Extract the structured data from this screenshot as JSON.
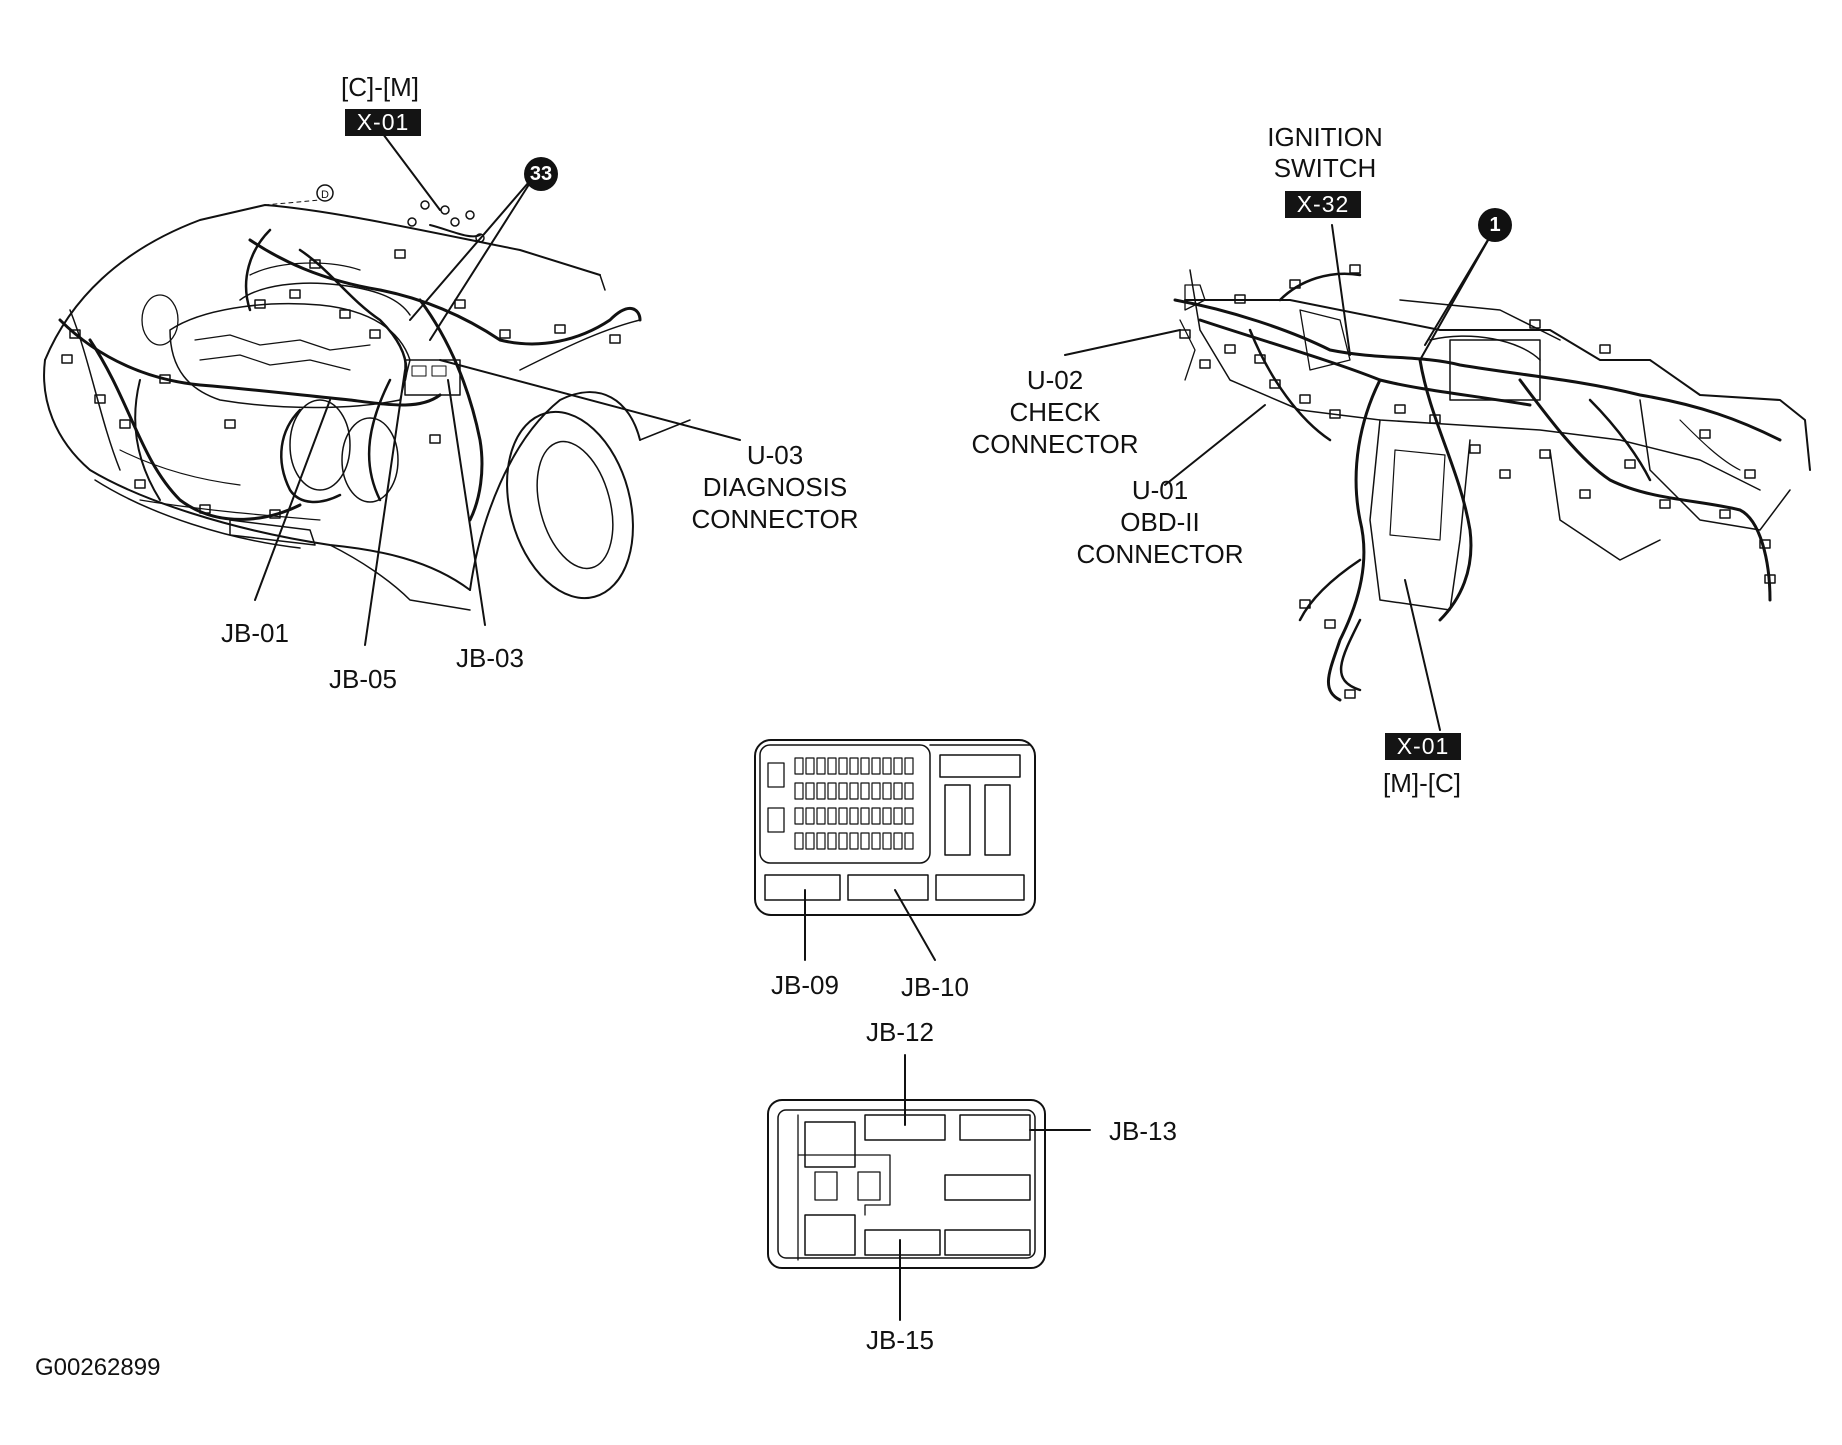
{
  "engine_bay": {
    "harness_ref": "[C]-[M]",
    "harness_tag": "X-01",
    "callout_number": "33",
    "diagnosis_connector": {
      "line1": "U-03",
      "line2": "DIAGNOSIS",
      "line3": "CONNECTOR"
    },
    "jb01": "JB-01",
    "jb05": "JB-05",
    "jb03": "JB-03"
  },
  "dashboard": {
    "ignition_line1": "IGNITION",
    "ignition_line2": "SWITCH",
    "ignition_tag": "X-32",
    "callout_number": "1",
    "check_connector": {
      "line1": "U-02",
      "line2": "CHECK",
      "line3": "CONNECTOR"
    },
    "obd_connector": {
      "line1": "U-01",
      "line2": "OBD-II",
      "line3": "CONNECTOR"
    },
    "harness_tag": "X-01",
    "harness_ref": "[M]-[C]"
  },
  "junction_block_upper": {
    "jb09": "JB-09",
    "jb10": "JB-10"
  },
  "junction_block_lower": {
    "jb12": "JB-12",
    "jb13": "JB-13",
    "jb15": "JB-15"
  },
  "figure_code": "G00262899"
}
